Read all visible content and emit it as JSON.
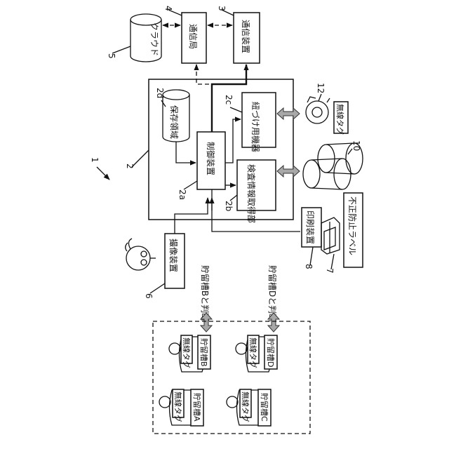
{
  "diagram": {
    "labels": {
      "cloud": "クラウド",
      "comm_station": "通信局",
      "comm_device": "通信装置",
      "storage_area": "保存領域",
      "control_device": "制御装置",
      "linking_device": "紐づけ用機器",
      "inspection_info": "検査情報取得部",
      "wireless_tag": "無線タグ",
      "imaging_device": "撮像装置",
      "printing_device": "印刷装置",
      "anti_fraud_label": "不正防止ラベル",
      "judge_b": "貯留槽Bと判断",
      "judge_d": "貯留槽Dと判断",
      "tank_a": "貯留槽A",
      "tank_b": "貯留槽B",
      "tank_c": "貯留槽C",
      "tank_d": "貯留槽D"
    },
    "refs": {
      "system": "1",
      "device": "2",
      "control": "2a",
      "inspection": "2b",
      "linking": "2c",
      "storage": "2d",
      "comm_device": "3",
      "comm_station": "4",
      "cloud": "5",
      "imaging": "6",
      "label": "7",
      "printer": "8",
      "tanks": "10",
      "tag": "12"
    }
  }
}
